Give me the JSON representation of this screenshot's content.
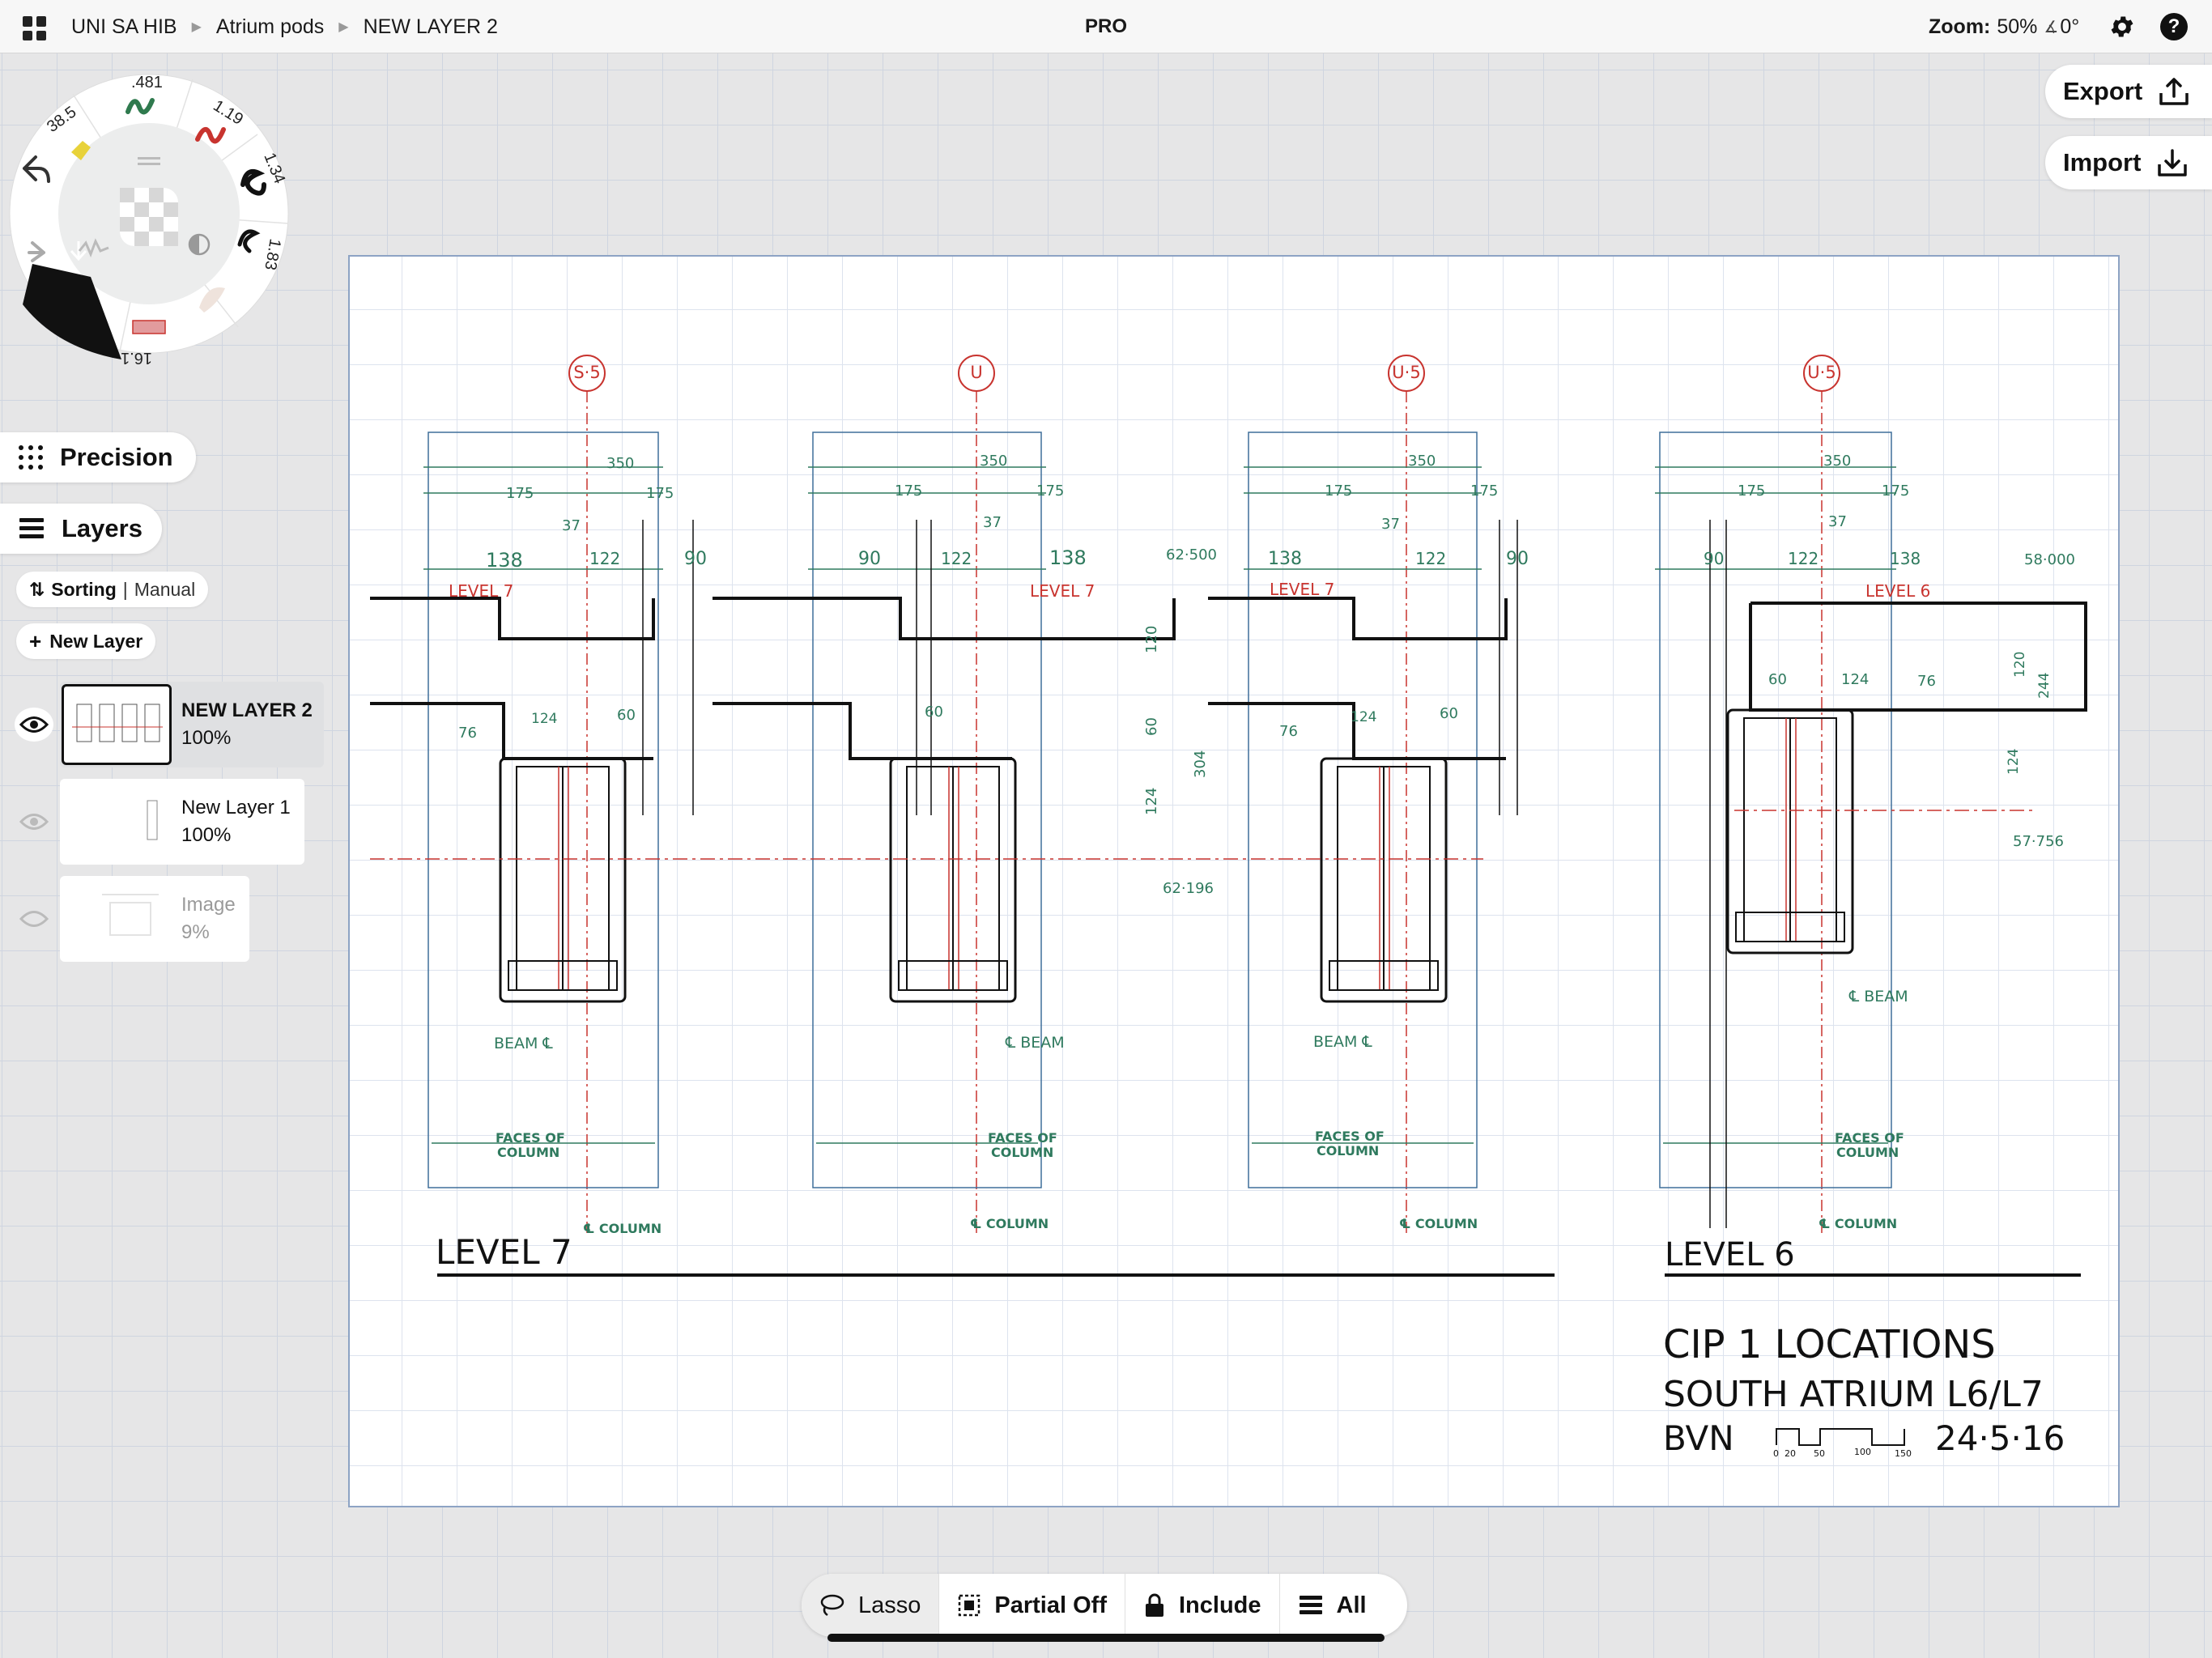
{
  "topbar": {
    "breadcrumb": [
      "UNI SA HIB",
      "Atrium pods",
      "NEW LAYER 2"
    ],
    "center_label": "PRO",
    "zoom_label": "Zoom:",
    "zoom_value": "50%",
    "rotation_value": "0°"
  },
  "side_buttons": {
    "export": "Export",
    "import": "Import"
  },
  "tool_wheel": {
    "sizes": [
      ".481",
      "1.19",
      "1.34",
      "1.83",
      "38.5",
      "16.1"
    ],
    "colors": {
      "yellow": "#e8d23a",
      "green": "#2f7a4e",
      "red": "#c8342f",
      "dark": "#111111"
    }
  },
  "left_panel": {
    "precision_label": "Precision",
    "layers_label": "Layers",
    "sorting_label": "Sorting",
    "sorting_value": "Manual",
    "new_layer_label": "New Layer",
    "layers": [
      {
        "name": "NEW LAYER 2",
        "opacity": "100%"
      },
      {
        "name": "New Layer 1",
        "opacity": "100%"
      },
      {
        "name": "Image",
        "opacity": "9%"
      }
    ]
  },
  "drawing": {
    "grid_labels": [
      "S·5",
      "U",
      "U·5",
      "U·5"
    ],
    "dims_top": [
      "350",
      "175",
      "175"
    ],
    "sec1": {
      "d": [
        "138",
        "37",
        "122",
        "90",
        "76",
        "124",
        "60"
      ],
      "level": "LEVEL 7",
      "beam": "BEAM ℄"
    },
    "sec2": {
      "d": [
        "90",
        "37",
        "122",
        "138",
        "60",
        "120",
        "60",
        "124",
        "304"
      ],
      "level": "LEVEL 7",
      "beam": "℄ BEAM",
      "rl_top": "62·500",
      "rl_bottom": "62·196"
    },
    "sec3": {
      "d": [
        "138",
        "37",
        "122",
        "90",
        "76",
        "124",
        "60"
      ],
      "level": "LEVEL 7",
      "beam": "BEAM ℄"
    },
    "sec4": {
      "d": [
        "90",
        "37",
        "122",
        "138",
        "60",
        "124",
        "76",
        "120",
        "244",
        "124"
      ],
      "level": "LEVEL 6",
      "beam": "℄ BEAM",
      "rl_top": "58·000",
      "rl_bottom": "57·756"
    },
    "faces_line1": "FACES OF",
    "faces_line2": "COLUMN",
    "column_label": "℄ COLUMN",
    "title_l7": "LEVEL 7",
    "title_l6": "LEVEL 6",
    "notes": [
      "CIP 1 LOCATIONS",
      "SOUTH ATRIUM L6/L7",
      "BVN",
      "24·5·16"
    ],
    "scale_ticks": [
      "0",
      "20",
      "50",
      "100",
      "150"
    ],
    "colors": {
      "ink": "#111111",
      "dim": "#2f7a5e",
      "frame": "#3f6f9a",
      "red": "#c8342f"
    }
  },
  "bottombar": {
    "lasso": "Lasso",
    "partial": "Partial Off",
    "include": "Include",
    "all": "All"
  }
}
